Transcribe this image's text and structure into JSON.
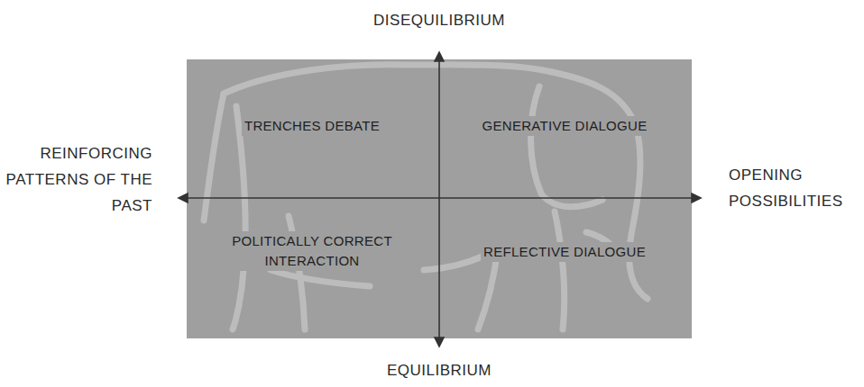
{
  "diagram": {
    "nodes": [
      {
        "text": [
          "TRENCHES DEBATE",
          "GENERATIVE DIALOGUE",
          "POLITICALLY CORRECT INTERACTION",
          "REFLECTIVE DIALOGUE"
        ]
      }
    ],
    "labels": [
      "DISEQUILIBRIUM",
      "REINFORCING PATTERNS OF THE PAST",
      "OPENING POSSIBILITIES",
      "EQUILIBRIUM"
    ]
  }
}
